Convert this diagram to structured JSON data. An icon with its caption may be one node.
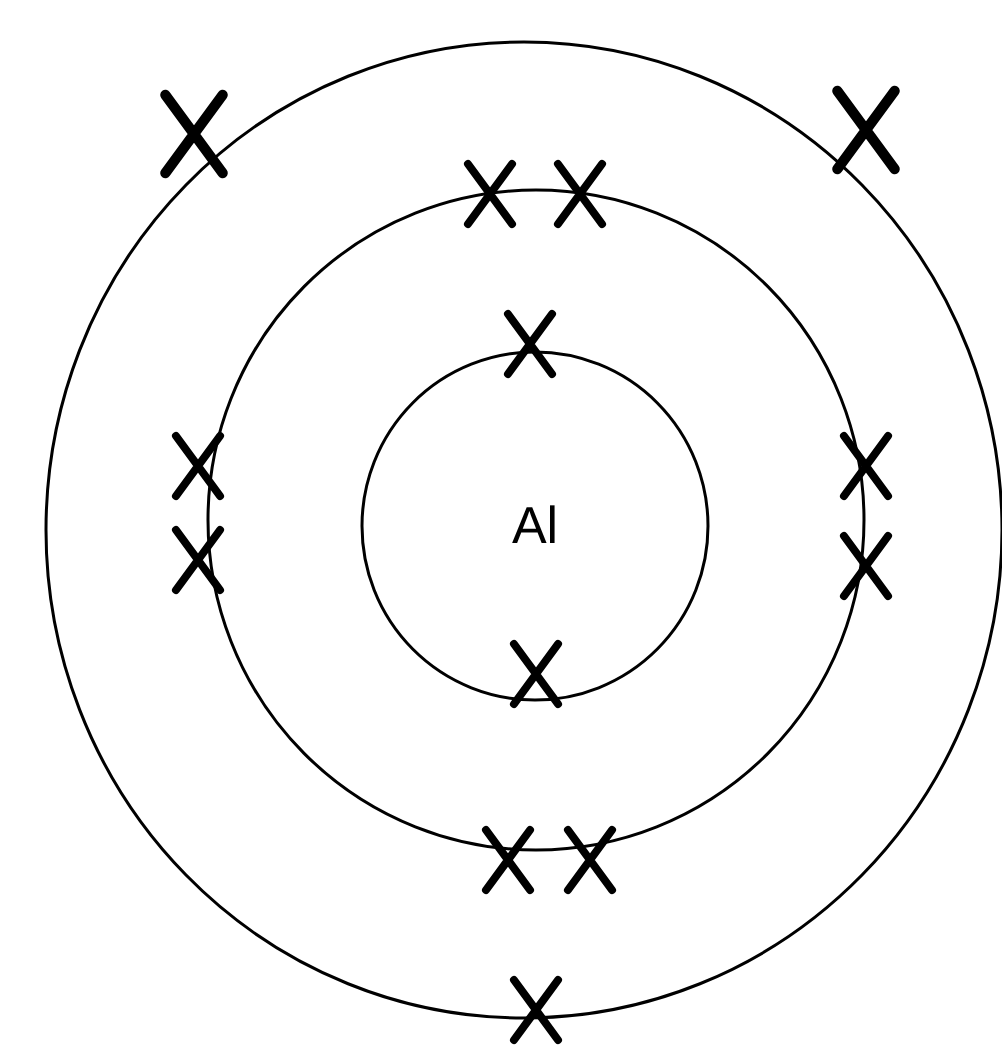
{
  "diagram": {
    "nodes": [
      {
        "text": [],
        "shape": "circle"
      },
      {
        "text": [],
        "shape": "circle",
        "in": 0
      },
      {
        "text": [
          "Al"
        ],
        "in": 1
      }
    ]
  }
}
